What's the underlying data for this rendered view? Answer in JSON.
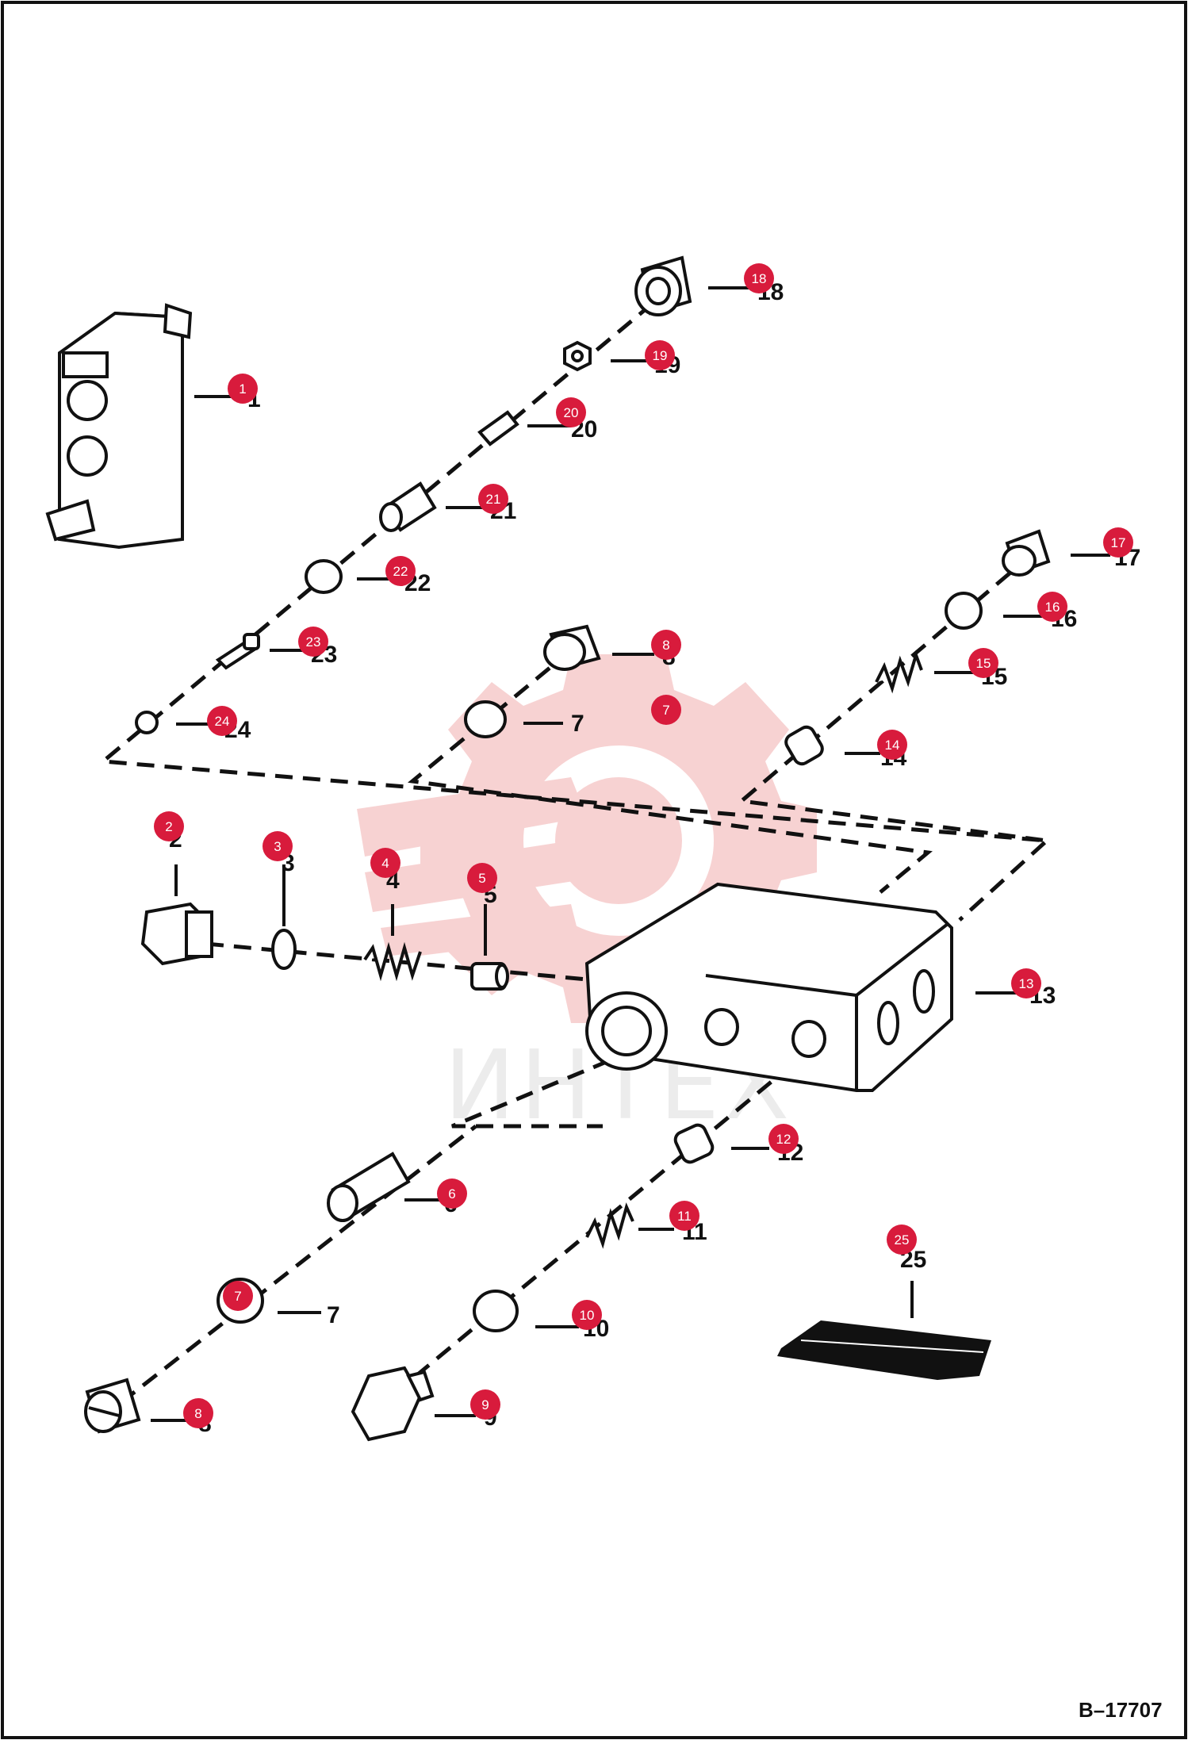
{
  "diagram": {
    "reference": "B–17707",
    "watermark": "ИНТЕХ",
    "callouts": [
      {
        "n": "1"
      },
      {
        "n": "2"
      },
      {
        "n": "3"
      },
      {
        "n": "4"
      },
      {
        "n": "5"
      },
      {
        "n": "6"
      },
      {
        "n": "7"
      },
      {
        "n": "7"
      },
      {
        "n": "8"
      },
      {
        "n": "8"
      },
      {
        "n": "9"
      },
      {
        "n": "10"
      },
      {
        "n": "11"
      },
      {
        "n": "12"
      },
      {
        "n": "13"
      },
      {
        "n": "14"
      },
      {
        "n": "15"
      },
      {
        "n": "16"
      },
      {
        "n": "17"
      },
      {
        "n": "18"
      },
      {
        "n": "19"
      },
      {
        "n": "20"
      },
      {
        "n": "21"
      },
      {
        "n": "22"
      },
      {
        "n": "23"
      },
      {
        "n": "24"
      },
      {
        "n": "25"
      }
    ],
    "colors": {
      "badge": "#d81b3c",
      "line": "#111111",
      "watermark_logo": "#f3c2c2",
      "watermark_text": "#e6e6e6"
    }
  }
}
